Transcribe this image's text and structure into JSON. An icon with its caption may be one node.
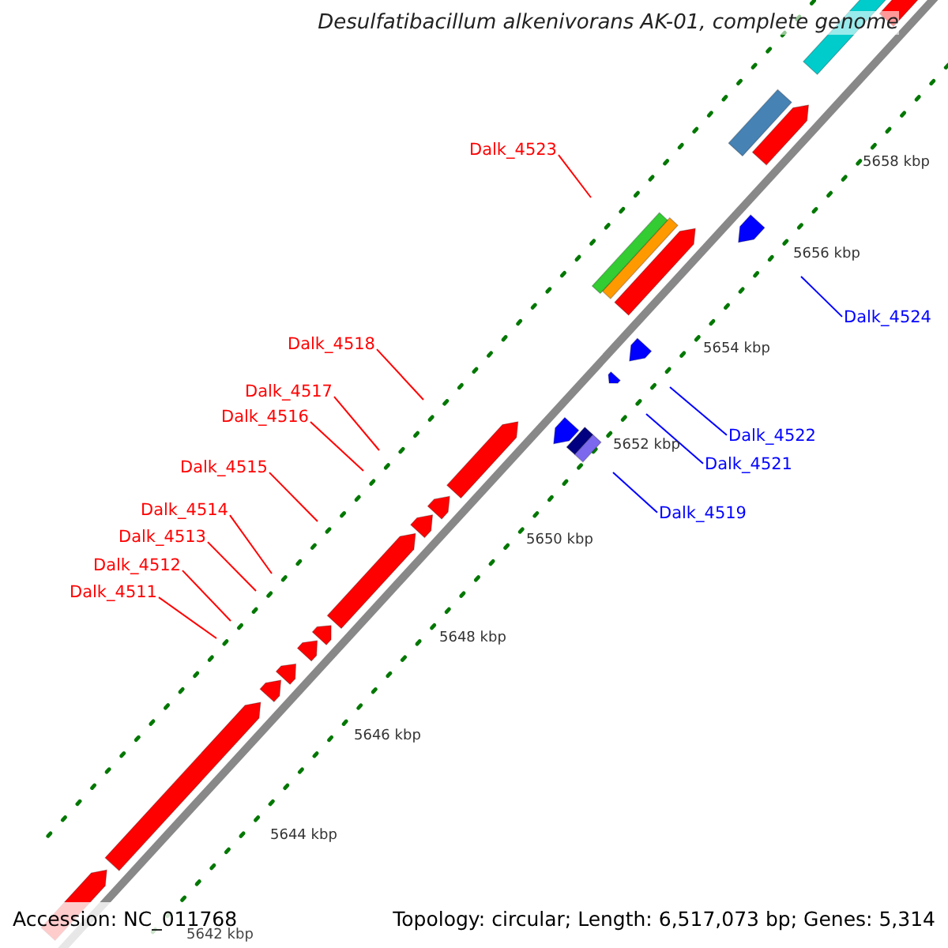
{
  "diagram": {
    "title": "Desulfatibacillum alkenivorans AK-01, complete genome",
    "nodes": [
      {
        "text": [
          "Dalk_4523"
        ]
      },
      {
        "text": [
          "Dalk_4524"
        ]
      },
      {
        "text": [
          "Dalk_4518"
        ]
      },
      {
        "text": [
          "Dalk_4517"
        ]
      },
      {
        "text": [
          "Dalk_4516"
        ]
      },
      {
        "text": [
          "Dalk_4522"
        ]
      },
      {
        "text": [
          "Dalk_4521"
        ]
      },
      {
        "text": [
          "Dalk_4515"
        ]
      },
      {
        "text": [
          "Dalk_4514"
        ]
      },
      {
        "text": [
          "Dalk_4519"
        ]
      },
      {
        "text": [
          "Dalk_4513"
        ]
      },
      {
        "text": [
          "Dalk_4512"
        ]
      },
      {
        "text": [
          "Dalk_4511"
        ]
      }
    ],
    "edges": [
      {
        "from": 0,
        "to": null,
        "arrow": "none"
      },
      {
        "from": 1,
        "to": null,
        "arrow": "none",
        "color": "#0000ff"
      },
      {
        "from": 2,
        "to": null,
        "arrow": "none"
      },
      {
        "from": 3,
        "to": null,
        "arrow": "none"
      },
      {
        "from": 4,
        "to": null,
        "arrow": "none"
      },
      {
        "from": 5,
        "to": null,
        "arrow": "none",
        "color": "#0000ff"
      },
      {
        "from": 6,
        "to": null,
        "arrow": "none",
        "color": "#0000ff"
      },
      {
        "from": 7,
        "to": null,
        "arrow": "none"
      },
      {
        "from": 8,
        "to": null,
        "arrow": "none"
      },
      {
        "from": 9,
        "to": null,
        "arrow": "none",
        "color": "#0000ff"
      },
      {
        "from": 10,
        "to": null,
        "arrow": "none"
      },
      {
        "from": 11,
        "to": null,
        "arrow": "none"
      },
      {
        "from": 12,
        "to": null,
        "arrow": "none"
      }
    ],
    "labels": [
      "5658 kbp",
      "5656 kbp",
      "5654 kbp",
      "5652 kbp",
      "5650 kbp",
      "5648 kbp",
      "5646 kbp",
      "5644 kbp",
      "5642 kbp",
      "Accession: NC_011768",
      "Topology: circular; Length: 6,517,073 bp; Genes: 5,314"
    ]
  }
}
